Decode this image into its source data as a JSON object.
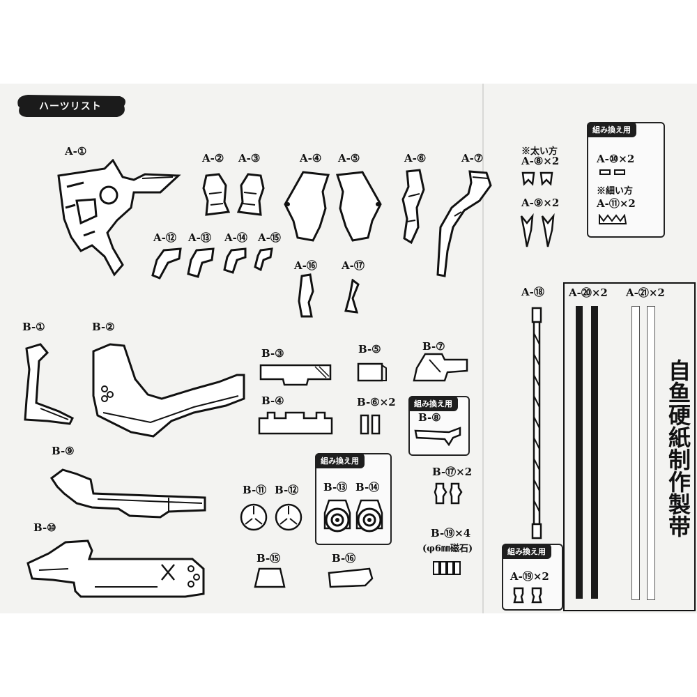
{
  "header": {
    "title": "ハーツリスト"
  },
  "labels": {
    "a1": "A-①",
    "a2": "A-②",
    "a3": "A-③",
    "a4": "A-④",
    "a5": "A-⑤",
    "a6": "A-⑥",
    "a7": "A-⑦",
    "a8_note": "※太い方",
    "a8": "A-⑧×2",
    "a9": "A-⑨×2",
    "a12": "A-⑫",
    "a13": "A-⑬",
    "a14": "A-⑭",
    "a15": "A-⑮",
    "a16": "A-⑯",
    "a17": "A-⑰",
    "a18": "A-⑱",
    "a20": "A-⑳×2",
    "a21": "A-㉑×2",
    "b1": "B-①",
    "b2": "B-②",
    "b3": "B-③",
    "b4": "B-④",
    "b5": "B-⑤",
    "b6": "B-⑥×2",
    "b7": "B-⑦",
    "b8": "B-⑧",
    "b9": "B-⑨",
    "b10": "B-⑩",
    "b11": "B-⑪",
    "b12": "B-⑫",
    "b13": "B-⑬",
    "b14": "B-⑭",
    "b15": "B-⑮",
    "b16": "B-⑯",
    "b17": "B-⑰×2",
    "b19": "B-⑲×4",
    "b19_note": "(φ6㎜磁石)"
  },
  "alt_box_a": {
    "header": "組み換え用",
    "a10": "A-⑩×2",
    "note": "※細い方",
    "a11": "A-⑪×2"
  },
  "alt_box_b8": {
    "header": "組み換え用"
  },
  "alt_box_b13": {
    "header": "組み換え用"
  },
  "alt_box_a19": {
    "header": "組み換え用",
    "label": "A-⑲×2"
  },
  "seal": {
    "text": "自鱼硬紙制作製带"
  }
}
